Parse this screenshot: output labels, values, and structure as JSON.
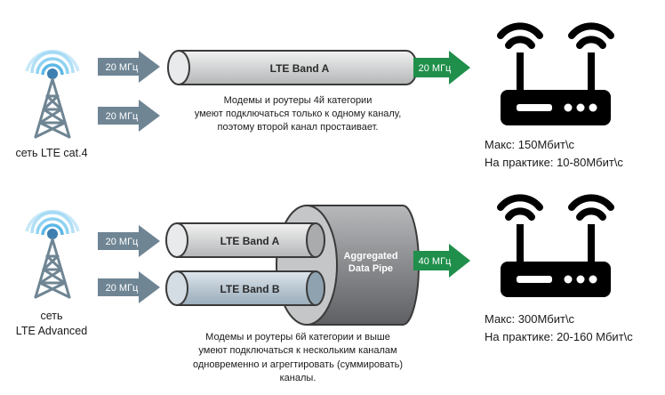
{
  "top": {
    "network_label": "сеть LTE cat.4",
    "input_arrow_1": "20 МГц",
    "input_arrow_2": "20 МГц",
    "pipe_label": "LTE Band A",
    "output_arrow": "20 МГц",
    "caption_lines": [
      "Модемы и роутеры 4й категории",
      "умеют подключаться только к одному каналу,",
      "поэтому второй канал простаивает."
    ],
    "speed_max": "Макс: 150Мбит\\с",
    "speed_practice": "На практике: 10-80Мбит\\с"
  },
  "bottom": {
    "network_label_lines": [
      "сеть",
      "LTE Advanced"
    ],
    "input_arrow_1": "20 МГц",
    "input_arrow_2": "20 МГц",
    "pipe_a_label": "LTE Band A",
    "pipe_b_label": "LTE Band B",
    "aggregated_lines": [
      "Aggregated",
      "Data Pipe"
    ],
    "output_arrow": "40 МГц",
    "caption_lines": [
      "Модемы и роутеры 6й категории и выше",
      "умеют подключаться к нескольким каналам",
      "одновременно и агрегтировать (суммировать)",
      "каналы."
    ],
    "speed_max": "Макс: 300Мбит\\с",
    "speed_practice": "На практике: 20-160 Мбит\\с"
  },
  "colors": {
    "input_arrow": "#6f8594",
    "output_arrow": "#1f8f4b",
    "pipe_gray": "#d3d4d5",
    "pipe_blue": "#b9c7d2",
    "aggregated": "#8d8f92",
    "signal_wave": "#5bb8e6",
    "tower": "#6f8594",
    "router": "#000000"
  }
}
